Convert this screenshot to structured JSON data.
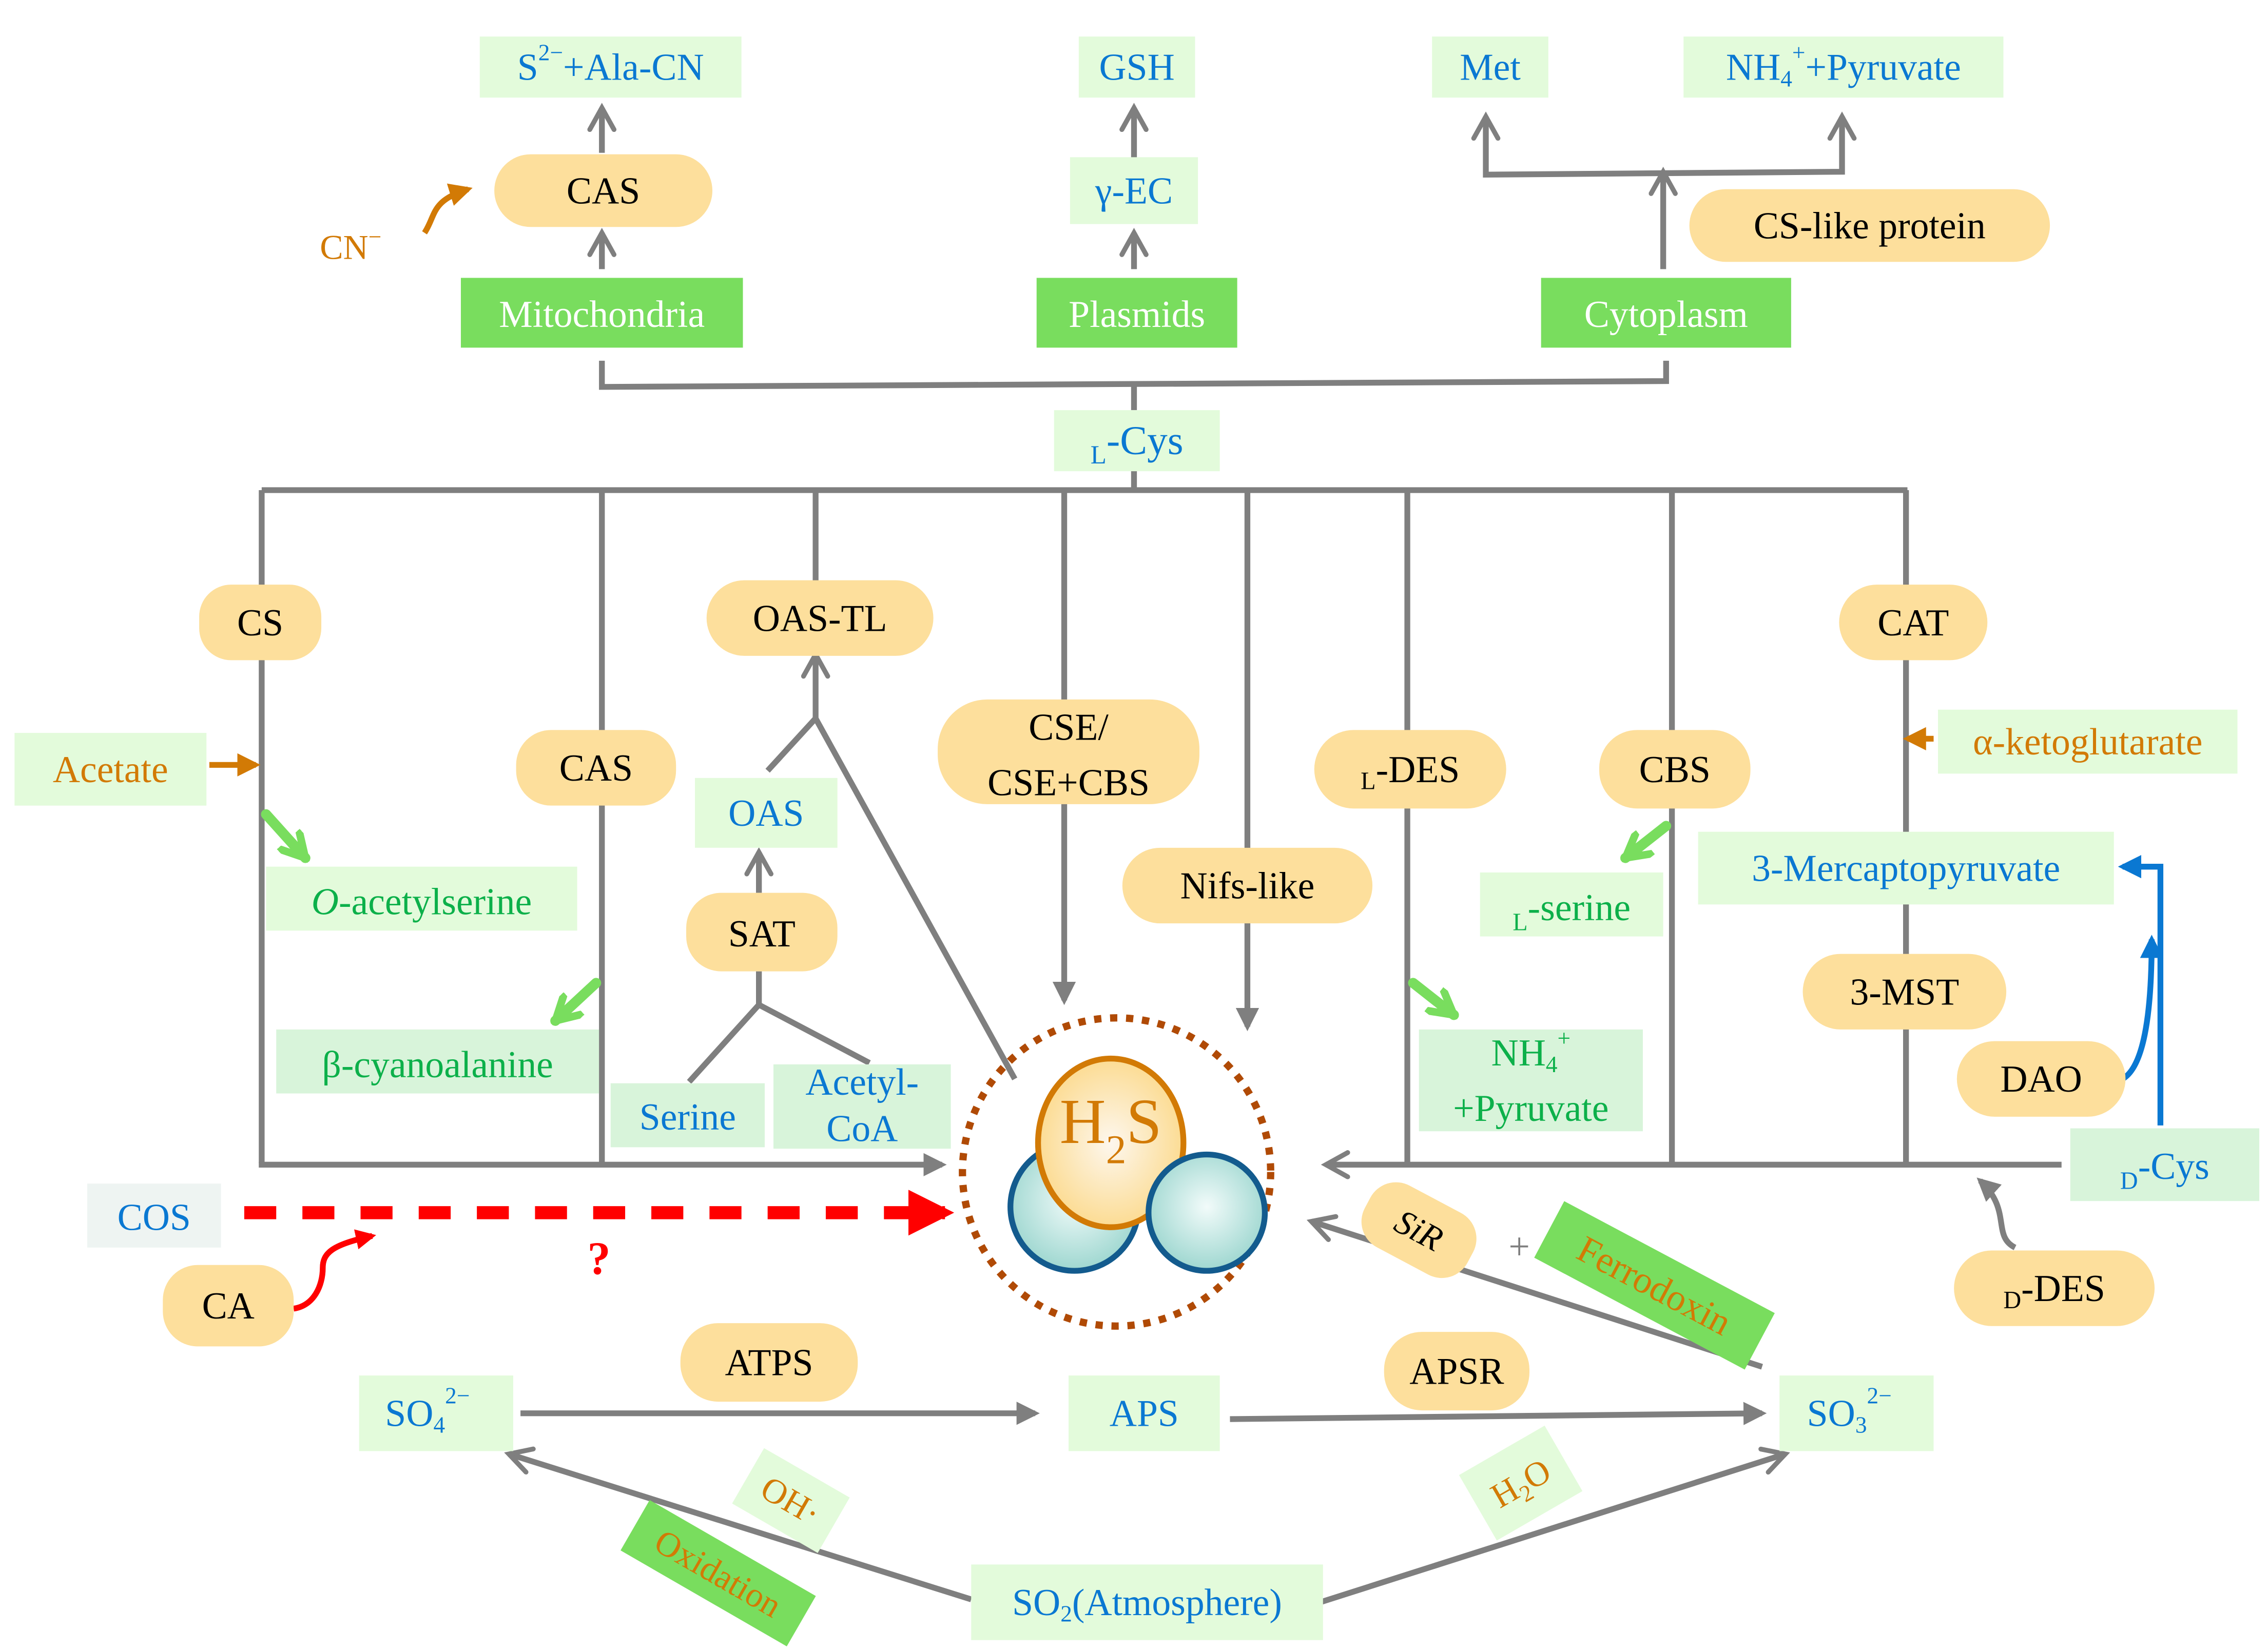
{
  "title": "H2S biosynthesis pathways",
  "colors": {
    "enzyme_fill": "#fddf9c",
    "substrate_fill": "#e3fbdb",
    "compartment_fill": "#79dd5e",
    "substrate_text": "#0a78d2",
    "product_text": "#0cb04a",
    "cofactor_text": "#d27a05",
    "arrow": "#7f7f7f",
    "h2s_ring": "#b04a05",
    "cos_arrow": "#ff0000",
    "dcys_arrow": "#0a78d2"
  },
  "top": {
    "products": {
      "s2_ala_cn": {
        "main": "S",
        "sup": "2−",
        "rest": "+Ala-CN"
      },
      "gsh": "GSH",
      "met": "Met",
      "nh4_pyruvate": {
        "main": "NH",
        "sub": "4",
        "sup": "+",
        "rest": "+Pyruvate"
      }
    },
    "intermediates": {
      "gamma_ec": "γ-EC"
    },
    "enzymes": {
      "cas": "CAS",
      "cs_like": "CS-like protein"
    },
    "cofactor_cn": {
      "main": "CN",
      "sup": "−"
    },
    "compartments": {
      "mitochondria": "Mitochondria",
      "plasmids": "Plasmids",
      "cytoplasm": "Cytoplasm"
    },
    "lcys": {
      "prefix": "L",
      "rest": "-Cys"
    }
  },
  "middle": {
    "enzymes": {
      "cs": "CS",
      "cas": "CAS",
      "oas_tl": "OAS-TL",
      "sat": "SAT",
      "cse_line1": "CSE/",
      "cse_line2": "CSE+CBS",
      "nifs_like": "Nifs-like",
      "ldes": {
        "prefix": "L",
        "rest": "-DES"
      },
      "cbs": "CBS",
      "cat": "CAT",
      "mst": "3-MST",
      "dao": "DAO",
      "ddes": {
        "prefix": "D",
        "rest": "-DES"
      }
    },
    "cofactors": {
      "acetate": "Acetate",
      "alpha_kg": "α-ketoglutarate"
    },
    "products": {
      "o_acetylserine": {
        "italic": "O",
        "rest": "-acetylserine"
      },
      "b_cyanoalanine": "β-cyanoalanine",
      "lserine": {
        "prefix": "L",
        "rest": "-serine"
      },
      "nh4_pyruvate": {
        "main": "NH",
        "sub": "4",
        "sup": "+",
        "line2": "+Pyruvate"
      }
    },
    "substrates": {
      "oas": "OAS",
      "serine": "Serine",
      "acetyl_coa_1": "Acetyl-",
      "acetyl_coa_2": "CoA",
      "mercaptopyruvate": "3-Mercaptopyruvate",
      "dcys": {
        "prefix": "D",
        "rest": "-Cys"
      }
    },
    "h2s": {
      "h": "H",
      "sub": "2",
      "s": "S"
    }
  },
  "bottom": {
    "cos": "COS",
    "ca": "CA",
    "question": "?",
    "so4": {
      "main": "SO",
      "sub": "4",
      "sup": "2−"
    },
    "aps": "APS",
    "so3": {
      "main": "SO",
      "sub": "3",
      "sup": "2−"
    },
    "atps": "ATPS",
    "apsr": "APSR",
    "sir": "SiR",
    "plus": "+",
    "ferrodoxin": "Ferrodoxin",
    "oh": "OH·",
    "oxidation": "Oxidation",
    "h2o": {
      "main": "H",
      "sub": "2",
      "rest": "O"
    },
    "so2": {
      "main": "SO",
      "sub": "2",
      "rest": "(Atmosphere)"
    }
  }
}
